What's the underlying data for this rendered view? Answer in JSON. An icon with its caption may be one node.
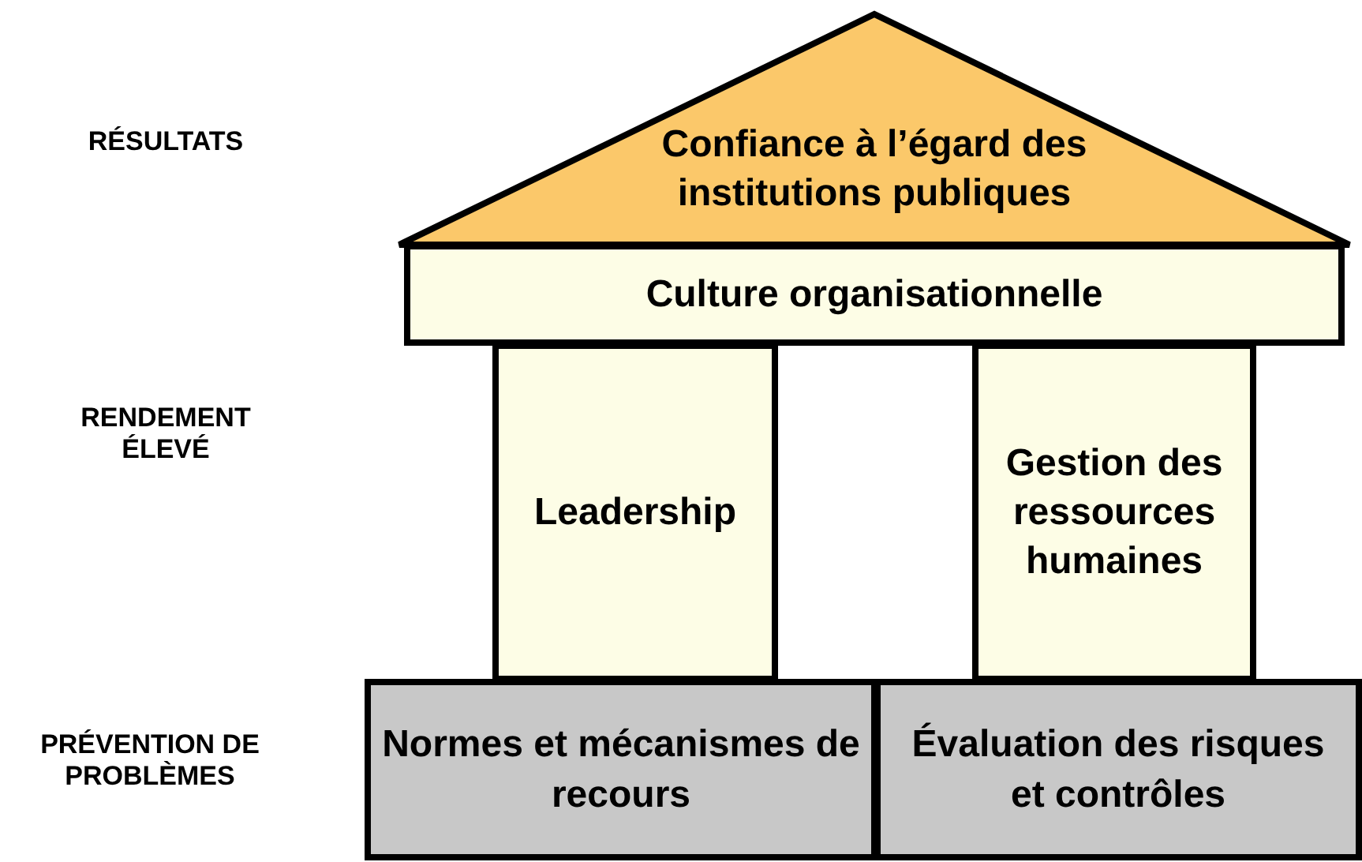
{
  "diagram": {
    "nodes": [
      {
        "text": [
          "Confiance à l’égard des institutions publiques"
        ]
      },
      {
        "text": [
          "Culture organisationnelle"
        ]
      },
      {
        "text": [
          "Leadership"
        ]
      },
      {
        "text": [
          "Gestion des ressources humaines"
        ]
      },
      {
        "text": [
          "Normes et mécanismes de recours"
        ]
      },
      {
        "text": [
          "Évaluation des risques et contrôles"
        ]
      }
    ],
    "labels": [
      "RÉSULTATS",
      "RENDEMENT ÉLEVÉ",
      "PRÉVENTION DE PROBLÈMES"
    ]
  }
}
